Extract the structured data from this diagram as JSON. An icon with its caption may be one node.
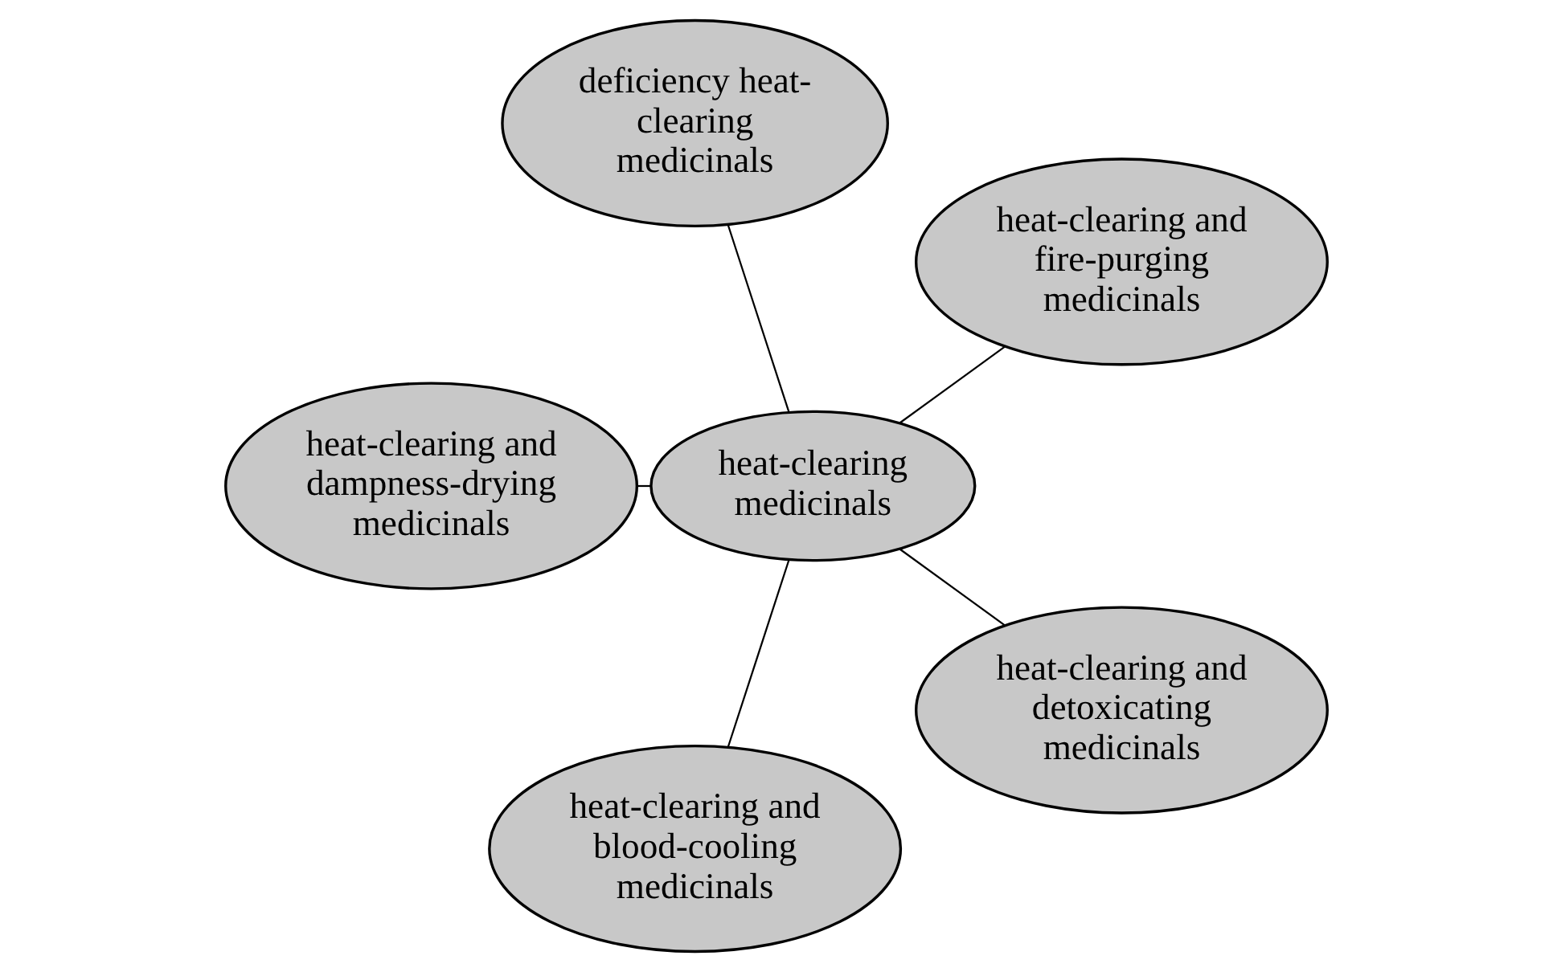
{
  "diagram": {
    "nodes": [
      {
        "text": [
          "heat-clearing and fire-purging medicinals"
        ]
      },
      {
        "text": [
          "deficiency heat-clearing medicinals"
        ]
      },
      {
        "text": [
          "heat-clearing medicinals"
        ]
      },
      {
        "text": [
          "heat-clearing and dampness-drying medicinals"
        ]
      },
      {
        "text": [
          "heat-clearing and blood-cooling medicinals"
        ]
      },
      {
        "text": [
          "heat-clearing and detoxicating medicinals"
        ]
      }
    ],
    "edges": [
      {
        "from": 2,
        "to": 0,
        "arrow": "none"
      },
      {
        "from": 2,
        "to": 1,
        "arrow": "none"
      },
      {
        "from": 2,
        "to": 3,
        "arrow": "none"
      },
      {
        "from": 2,
        "to": 4,
        "arrow": "none"
      },
      {
        "from": 2,
        "to": 5,
        "arrow": "none"
      }
    ]
  }
}
